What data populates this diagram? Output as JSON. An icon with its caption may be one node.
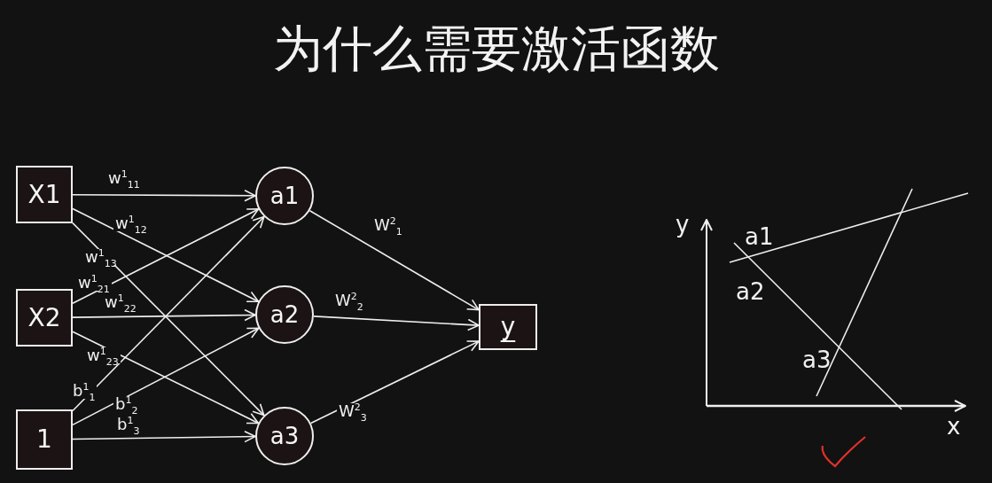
{
  "diagram": {
    "title": "为什么需要激活函数",
    "nodes": [
      {
        "text": [
          "X1"
        ]
      },
      {
        "text": [
          "X2"
        ]
      },
      {
        "text": [
          "1"
        ]
      },
      {
        "text": [
          "a1"
        ]
      },
      {
        "text": [
          "a2"
        ]
      },
      {
        "text": [
          "a3"
        ]
      },
      {
        "text": [
          "y"
        ]
      }
    ],
    "edges": [
      {
        "from": 0,
        "to": 3,
        "arrow": "to",
        "label": "w$^{1}$$_{11}$"
      },
      {
        "from": 0,
        "to": 4,
        "arrow": "to",
        "label": "w$^{1}$$_{12}$"
      },
      {
        "from": 0,
        "to": 5,
        "arrow": "to",
        "label": "w$^{1}$$_{13}$"
      },
      {
        "from": 1,
        "to": 3,
        "arrow": "to",
        "label": "w$^{1}$$_{21}$"
      },
      {
        "from": 1,
        "to": 4,
        "arrow": "to",
        "label": "w$^{1}$$_{22}$"
      },
      {
        "from": 1,
        "to": 5,
        "arrow": "to",
        "label": "w$^{1}$$_{23}$"
      },
      {
        "from": 2,
        "to": 3,
        "arrow": "to",
        "label": "b$^{1}$$_{1}$"
      },
      {
        "from": 2,
        "to": 4,
        "arrow": "to",
        "label": "b$^{1}$$_{2}$"
      },
      {
        "from": 2,
        "to": 5,
        "arrow": "to",
        "label": "b$^{1}$$_{3}$"
      },
      {
        "from": 3,
        "to": 6,
        "arrow": "to",
        "label": "W$^{2}$$_{1}$"
      },
      {
        "from": 4,
        "to": 6,
        "arrow": "to",
        "label": "W$^{2}$$_{2}$"
      },
      {
        "from": 5,
        "to": 6,
        "arrow": "to",
        "label": "W$^{2}$$_{3}$"
      }
    ],
    "labels": [
      "y",
      "a1",
      "a2",
      "a3",
      "x"
    ]
  }
}
